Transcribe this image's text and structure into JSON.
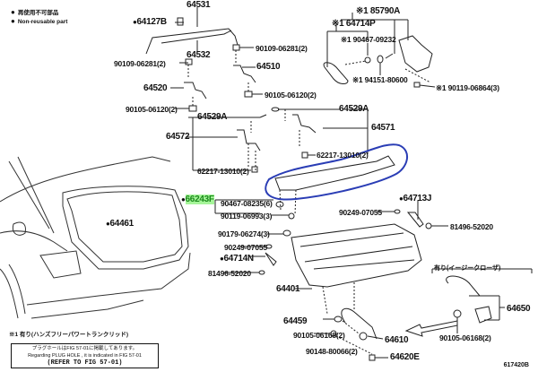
{
  "legend": {
    "jp": "再使用不可部品",
    "en": "Non-reusable part"
  },
  "highlight_color": "#2a3db5",
  "callout_color": "#1b8a1b",
  "parts": {
    "p64531": "64531",
    "p64127B": "64127B",
    "p64532": "64532",
    "p90109_left": "90109-06281(2)",
    "p64520": "64520",
    "p90105_left": "90105-06120(2)",
    "p90109_right": "90109-06281(2)",
    "p64510": "64510",
    "p90105_right": "90105-06120(2)",
    "p85790A": "※1 85790A",
    "p64714P": "※1 64714P",
    "p90467_09232": "※1 90467-09232",
    "p94151": "※1 94151-80600",
    "p90119_06864": "※1 90119-06864(3)",
    "p64529A_left": "64529A",
    "p64529A_right": "64529A",
    "p64572": "64572",
    "p64571": "64571",
    "p62217_left": "62217-13010(2)",
    "p62217_right": "62217-13010(2)",
    "p66243F": "66243F",
    "p90467_08235": "90467-08235(6)",
    "p90119_06993": "90119-06993(3)",
    "p90179": "90179-06274(3)",
    "p90249_left": "90249-07055",
    "p64714N": "64714N",
    "p81496_left": "81496-52020",
    "p64713J": "64713J",
    "p90249_right": "90249-07055",
    "p81496_right": "81496-52020",
    "p64461": "64461",
    "p64401": "64401",
    "p64459": "64459",
    "p90105_06168": "90105-06168(2)",
    "p64610": "64610",
    "p90148": "90148-80066(2)",
    "p64620E": "64620E",
    "p64650": "64650",
    "p90105_06168_right": "90105-06168(2)"
  },
  "easy_closer_label": "有り(イージークローザ)",
  "note": {
    "title": "※1 有り(ハンズフリーパワートランクリッド)",
    "jp": "プラグホールはFIG 57-01に掲載してあります。",
    "en": "Regarding PLUG HOLE , it is indicated in FIG 57-01",
    "ref": "(REFER TO FIG 57-01)"
  },
  "figure_id": "617420B"
}
